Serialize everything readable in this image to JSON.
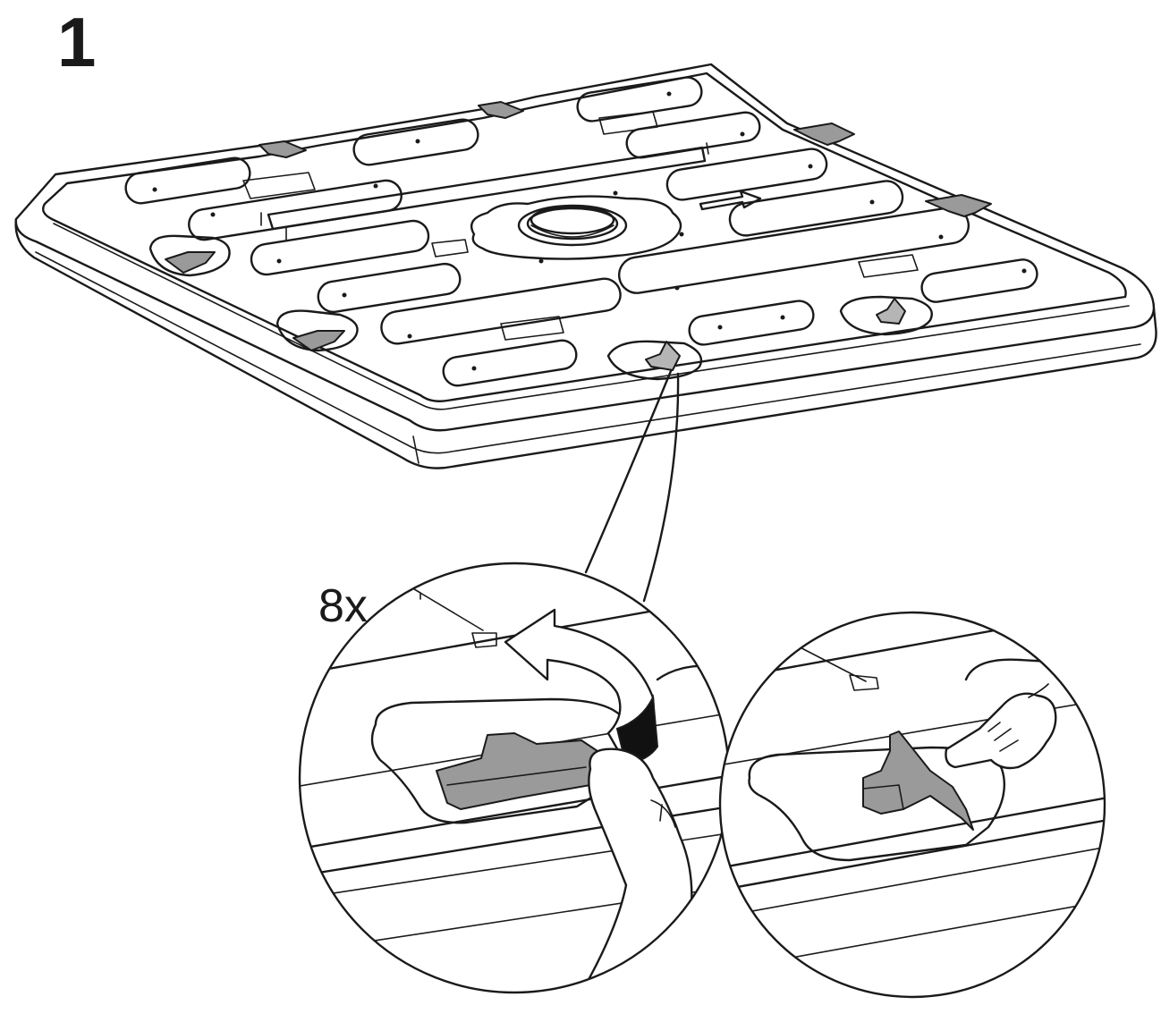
{
  "step": {
    "number": "1"
  },
  "quantity": {
    "label": "8x"
  },
  "icons": {
    "base_plate": "mounting-plate-illustration",
    "latch_detail": "latch-rotate-detail",
    "latch_result": "latch-press-detail",
    "rotate_arrow": "curved-arrow-icon",
    "hand": "hand-icon",
    "pointing_hand": "pointing-hand-icon"
  },
  "colors": {
    "line": "#1a1a1a",
    "latch_fill": "#9a9a9a",
    "arrow_fill": "#111111"
  }
}
